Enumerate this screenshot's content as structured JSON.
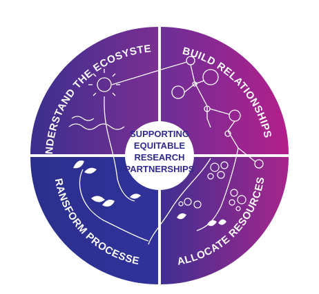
{
  "center": {
    "lines": [
      "SUPPORTING",
      "EQUITABLE",
      "RESEARCH",
      "PARTNERSHIPS"
    ]
  },
  "quadrants": {
    "top_left": {
      "label": "UNDERSTAND THE ECOSYSTEM"
    },
    "top_right": {
      "label": "BUILD RELATIONSHIPS"
    },
    "bottom_left": {
      "label": "TRANSFORM PROCESSES"
    },
    "bottom_right": {
      "label": "ALLOCATE RESOURCES"
    }
  },
  "colors": {
    "top_left_start": "#7b2f92",
    "top_left_end": "#3a2f8e",
    "top_right_start": "#6c2f98",
    "top_right_end": "#b41f8a",
    "bottom_left_start": "#2b2f8c",
    "bottom_left_end": "#30329b",
    "bottom_right_start": "#3f2f91",
    "bottom_right_end": "#a8268c",
    "center_fill": "#ffffff",
    "center_text": "#2f2a8f"
  },
  "icons": [
    "sun-icon",
    "wave-icon",
    "network-node-icon",
    "bubble-cluster-icon",
    "leaf-icon"
  ]
}
